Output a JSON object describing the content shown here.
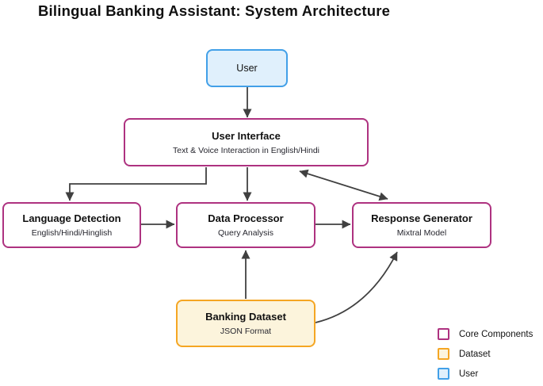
{
  "title": "Bilingual Banking Assistant: System Architecture",
  "nodes": {
    "user": {
      "title": "User"
    },
    "user_interface": {
      "title": "User Interface",
      "subtitle": "Text & Voice Interaction in English/Hindi"
    },
    "language_detection": {
      "title": "Language Detection",
      "subtitle": "English/Hindi/Hinglish"
    },
    "data_processor": {
      "title": "Data Processor",
      "subtitle": "Query Analysis"
    },
    "response_generator": {
      "title": "Response Generator",
      "subtitle": "Mixtral Model"
    },
    "banking_dataset": {
      "title": "Banking Dataset",
      "subtitle": "JSON Format"
    }
  },
  "edges": [
    {
      "from": "user",
      "to": "user_interface",
      "type": "arrow"
    },
    {
      "from": "user_interface",
      "to": "language_detection",
      "type": "arrow"
    },
    {
      "from": "user_interface",
      "to": "data_processor",
      "type": "arrow"
    },
    {
      "from": "user_interface",
      "to": "response_generator",
      "type": "bidirectional"
    },
    {
      "from": "language_detection",
      "to": "data_processor",
      "type": "arrow"
    },
    {
      "from": "data_processor",
      "to": "response_generator",
      "type": "arrow"
    },
    {
      "from": "banking_dataset",
      "to": "data_processor",
      "type": "arrow"
    },
    {
      "from": "banking_dataset",
      "to": "response_generator",
      "type": "arrow"
    }
  ],
  "legend": {
    "items": [
      {
        "label": "Core Components",
        "border": "#ae3280",
        "fill": "#ffffff"
      },
      {
        "label": "Dataset",
        "border": "#f5a623",
        "fill": "#fcf4dc"
      },
      {
        "label": "User",
        "border": "#42a0e8",
        "fill": "#e0f0fc"
      }
    ]
  },
  "colors": {
    "core_border": "#ae3280",
    "dataset_border": "#f5a623",
    "dataset_fill": "#fcf4dc",
    "user_border": "#42a0e8",
    "user_fill": "#e0f0fc",
    "arrow": "#404040",
    "title_text": "#101010"
  }
}
